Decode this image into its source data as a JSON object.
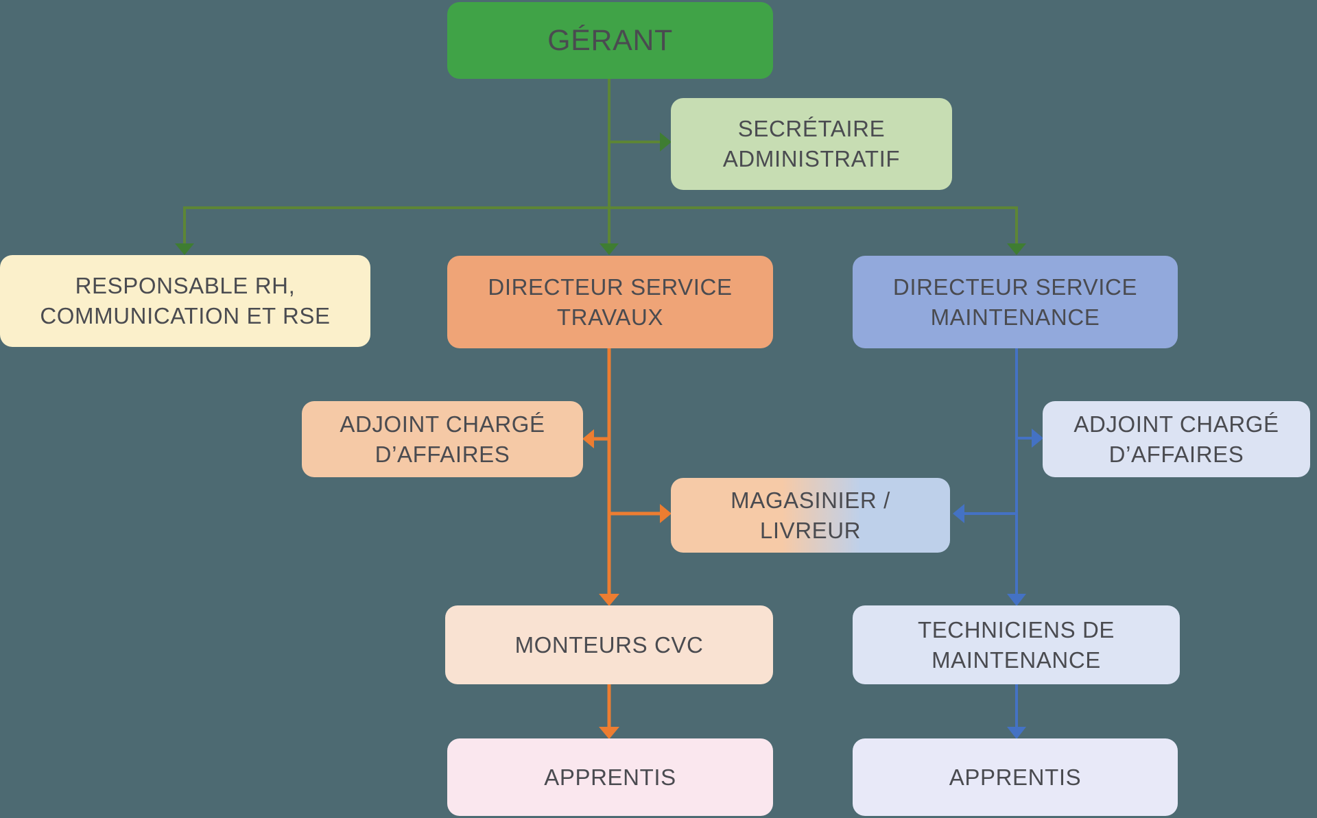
{
  "colors": {
    "background": "#4d6a72",
    "text": "#4a4b50",
    "green_line": "#5d8636",
    "green_arrow": "#3f7d32",
    "orange": "#ed7d31",
    "blue": "#4472c4"
  },
  "nodes": {
    "gerant": {
      "label": "GÉRANT",
      "bg": "#40a347"
    },
    "secretaire": {
      "label": "SECRÉTAIRE ADMINISTRATIF",
      "bg": "#c7ddb3"
    },
    "rh": {
      "label": "RESPONSABLE RH, COMMUNICATION ET RSE",
      "bg": "#fbf0cb"
    },
    "dtravaux": {
      "label": "DIRECTEUR SERVICE TRAVAUX",
      "bg": "#efa477"
    },
    "dmaintenance": {
      "label": "DIRECTEUR SERVICE MAINTENANCE",
      "bg": "#92a9dc"
    },
    "adjoint_t": {
      "label": "ADJOINT CHARGÉ D’AFFAIRES",
      "bg": "#f5c9a6"
    },
    "adjoint_m": {
      "label": "ADJOINT CHARGÉ D’AFFAIRES",
      "bg": "#dce3f3"
    },
    "magasinier": {
      "label": "MAGASINIER / LIVREUR",
      "bg": [
        "#f6caa7",
        "#bed0ea"
      ]
    },
    "monteurs": {
      "label": "MONTEURS CVC",
      "bg": "#f9e2d2"
    },
    "techniciens": {
      "label": "TECHNICIENS DE MAINTENANCE",
      "bg": "#dde4f4"
    },
    "apprentis_t": {
      "label": "APPRENTIS",
      "bg": "#fae7ee"
    },
    "apprentis_m": {
      "label": "APPRENTIS",
      "bg": "#e8e9f8"
    }
  }
}
